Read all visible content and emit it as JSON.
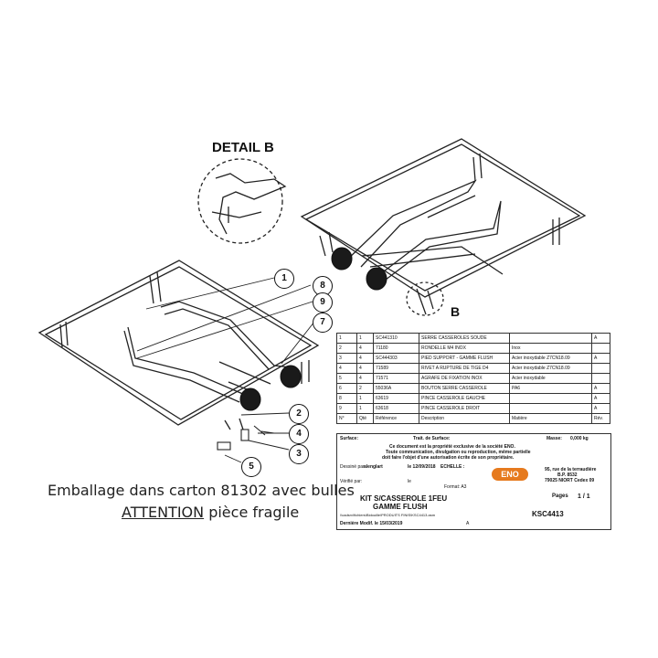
{
  "detail_title": "DETAIL B",
  "view_label": "B",
  "callouts": [
    "1",
    "8",
    "9",
    "7",
    "2",
    "4",
    "3",
    "5"
  ],
  "notes": {
    "line1": "Emballage dans carton 81302 avec bulles",
    "line2_underlined": "ATTENTION",
    "line2_rest": " pièce fragile"
  },
  "bom": {
    "rows": [
      {
        "rep": "1",
        "qte": "1",
        "ref": "SC441310",
        "desc": "SERRE CASSEROLES SOUDE",
        "mat": "",
        "rev": "A"
      },
      {
        "rep": "2",
        "qte": "4",
        "ref": "71180",
        "desc": "RONDELLE M4 INOX",
        "mat": "Inox",
        "rev": ""
      },
      {
        "rep": "3",
        "qte": "4",
        "ref": "SC444303",
        "desc": "PIED SUPPORT - GAMME FLUSH",
        "mat": "Acier inoxydable Z7CN18.09",
        "rev": "A"
      },
      {
        "rep": "4",
        "qte": "4",
        "ref": "71589",
        "desc": "RIVET A RUPTURE DE TIGE D4",
        "mat": "Acier inoxydable Z7CN18.09",
        "rev": ""
      },
      {
        "rep": "5",
        "qte": "4",
        "ref": "71571",
        "desc": "AGRAFE DE FIXATION INOX",
        "mat": "Acier inoxydable",
        "rev": ""
      },
      {
        "rep": "6",
        "qte": "2",
        "ref": "55036A",
        "desc": "BOUTON SERRE CASSEROLE",
        "mat": "PA6",
        "rev": "A"
      },
      {
        "rep": "8",
        "qte": "1",
        "ref": "63619",
        "desc": "PINCE CASSEROLE GAUCHE",
        "mat": "",
        "rev": "A"
      },
      {
        "rep": "9",
        "qte": "1",
        "ref": "63618",
        "desc": "PINCE CASSEROLE DROIT",
        "mat": "",
        "rev": "A"
      }
    ],
    "header": {
      "rep": "N°",
      "qte": "Qté",
      "ref": "Référence",
      "desc": "Description",
      "mat": "Matière",
      "rev": "Rév."
    }
  },
  "title_block": {
    "surface": "Surface:",
    "trait": "Trait. de Surface:",
    "masse_label": "Masse:",
    "masse_value": "0,000 kg",
    "confid_1": "Ce document est la propriété exclusive de la société ENO.",
    "confid_2": "Toute communication, divulgation ou reproduction, même partielle",
    "confid_3": "doit faire l'objet d'une autorisation écrite de son propriétaire.",
    "dessine_label": "Dessiné par:",
    "dessine_name": "alenglart",
    "dessine_date": "le 12/09/2018",
    "echelle": "ECHELLE :",
    "verifie_label": "Vérifié par:",
    "verifie_le": "le",
    "format": "Format: A3",
    "logo": "ENO",
    "address_1": "95, rue de la terraudière",
    "address_2": "B.P. 8532",
    "address_3": "79025 NIORT Cedex 09",
    "title_1": "KIT S/CASSEROLE 1FEU",
    "title_2": "GAMME FLUSH",
    "pages_label": "Pages",
    "pages_value": "1 / 1",
    "path": "\\\\cadsrv\\fichiers\\Bidouille\\PRODUITS FINIS\\KSC4413.asm",
    "drawing_no": "KSC4413",
    "last_mod": "Dernière Modif. le  15/03/2019",
    "rev": "A"
  }
}
